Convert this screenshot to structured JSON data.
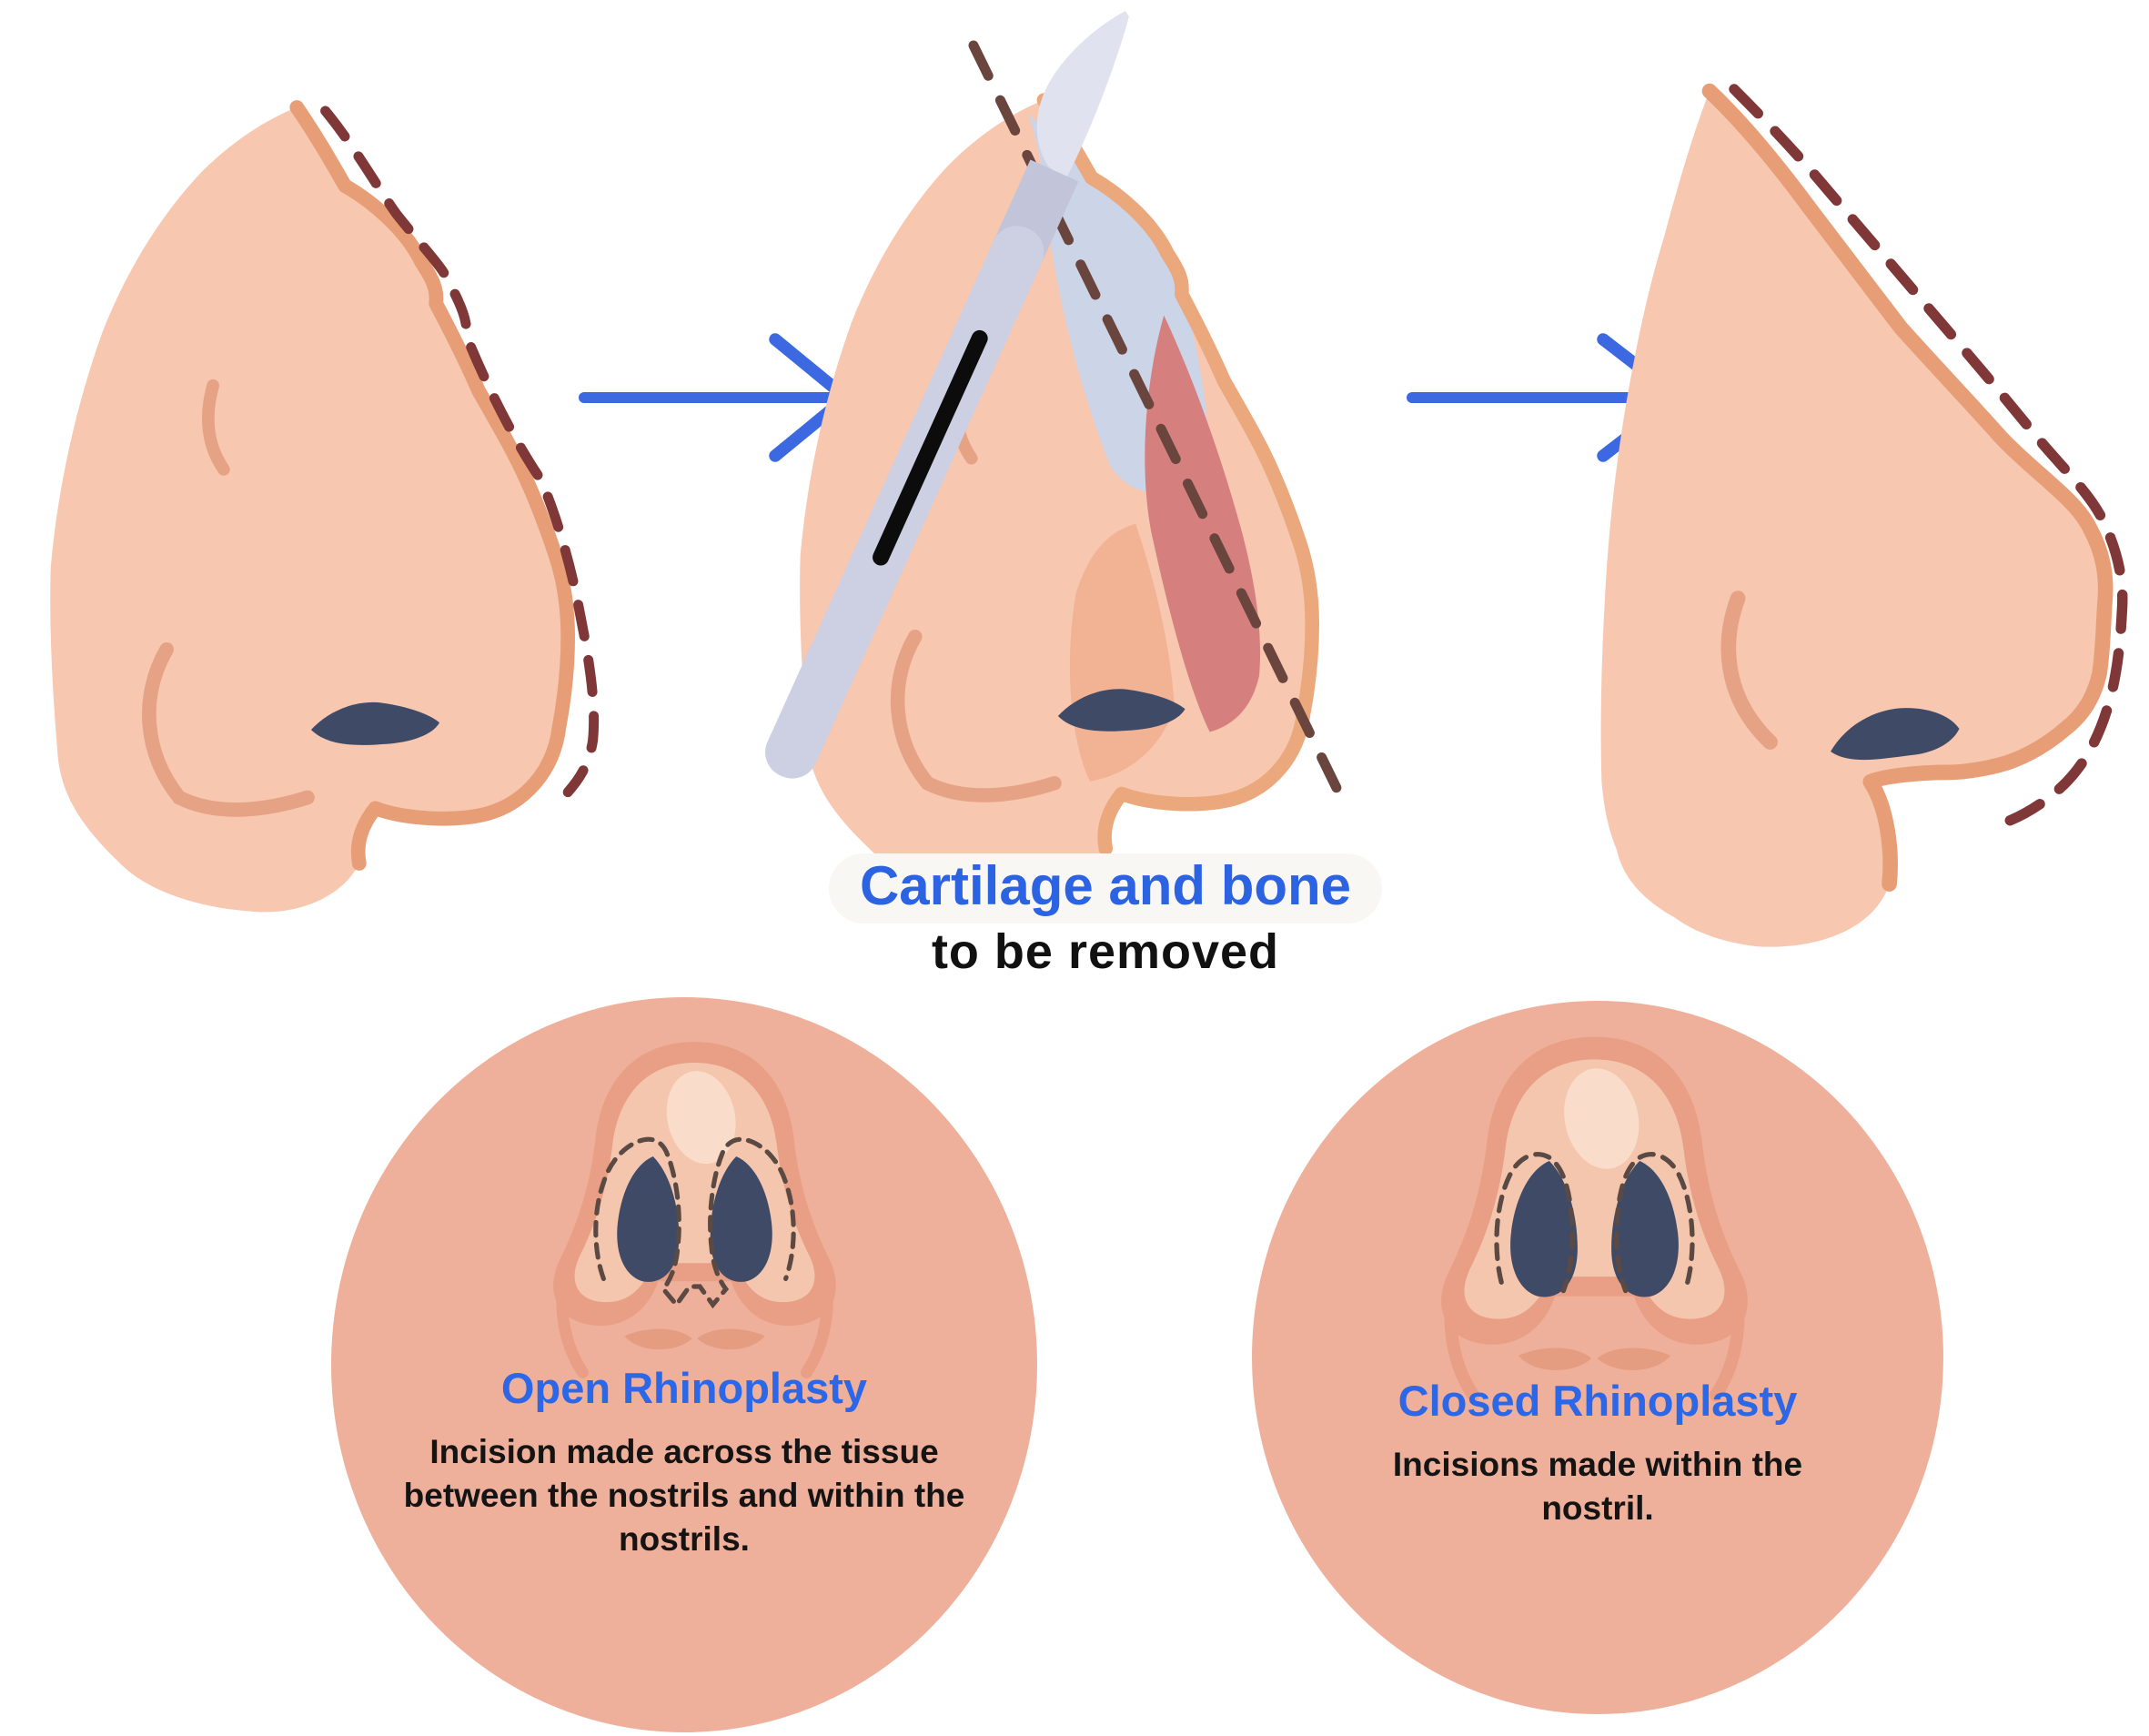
{
  "label": {
    "line1": "Cartilage and bone",
    "line2": "to be removed"
  },
  "circles": {
    "open": {
      "title": "Open Rhinoplasty",
      "desc_lines": [
        "Incision made across the tissue",
        "between the nostrils and within the",
        "nostrils."
      ]
    },
    "closed": {
      "title": "Closed Rhinoplasty",
      "desc_lines": [
        "Incisions made within the",
        "nostril."
      ]
    }
  },
  "icons": {
    "arrow_right": "→",
    "scalpel": "surgical-scalpel",
    "nose_profile_before": "nose with dorsal hump and dashed target outline",
    "nose_profile_surgery": "opened nose showing cartilage and bone with incision dashes",
    "nose_profile_after": "smooth nose with dashed former outline",
    "nose_bottom_view_open": "nose base with incision dashes across columella and within nostrils",
    "nose_bottom_view_closed": "nose base with incision dashes within nostrils only"
  },
  "colors": {
    "skin": "#f7c7b0",
    "skin_edge": "#e79e77",
    "skin_edge_open": "#eba87c",
    "skin_crease": "#e5a285",
    "nostril": "#3f4a66",
    "dashed_outline_red": "#7f3737",
    "incision_dash_brown": "#6a453e",
    "arrow_blue": "#3c68e2",
    "title_blue": "#2b67e6",
    "label_blue": "#2b63e2",
    "text_black": "#111111",
    "cartilage_gray": "#ccd4e8",
    "bone_rose": "#d5807f",
    "inner_skin_shadow": "#f2b394",
    "scalpel_blade": "#e0e2f0",
    "scalpel_neck": "#c2c5d9",
    "scalpel_handle": "#cdcfe3",
    "scalpel_slot": "#0c0c0c",
    "circle_bg": "#efb09b",
    "dome_band": "#e89f85",
    "dome_fill": "#f5c6ae",
    "dome_highlight": "#f9dcc9",
    "dome_dash": "#5b4a43"
  }
}
